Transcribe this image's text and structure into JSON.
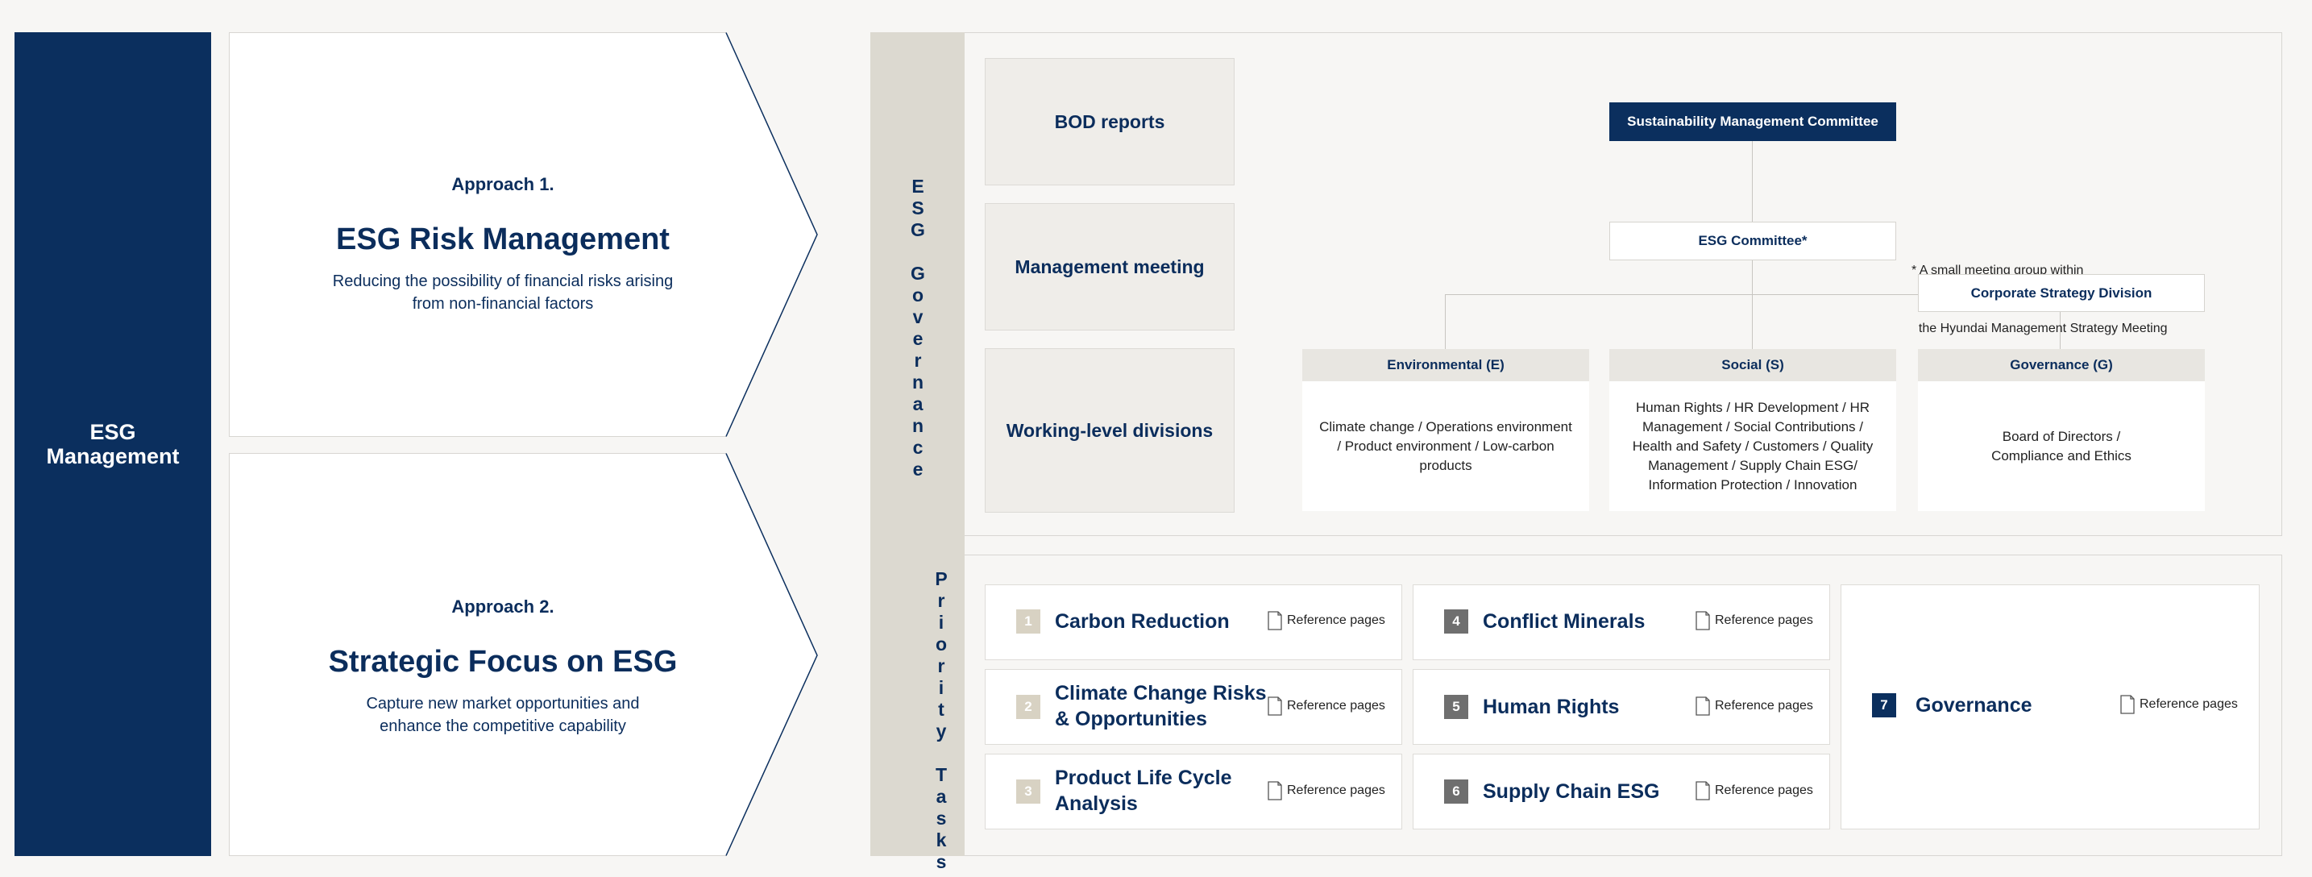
{
  "esg_management": {
    "label": "ESG\nManagement"
  },
  "approaches": [
    {
      "label": "Approach 1.",
      "title": "ESG Risk Management",
      "desc_line1": "Reducing the possibility of financial risks arising",
      "desc_line2": "from non-financial factors"
    },
    {
      "label": "Approach 2.",
      "title": "Strategic Focus on ESG",
      "desc_line1": "Capture new market opportunities and",
      "desc_line2": "enhance the competitive capability"
    }
  ],
  "governance": {
    "vertical_label": [
      "E",
      "S",
      "G",
      "",
      "G",
      "o",
      "v",
      "e",
      "r",
      "n",
      "a",
      "n",
      "c",
      "e"
    ],
    "levels": [
      "BOD reports",
      "Management meeting",
      "Working-level divisions"
    ],
    "committee": "Sustainability Management Committee",
    "esg_committee": "ESG Committee*",
    "note_line1": "* A small meeting group within",
    "note_line2": "  the Hyundai Management Strategy Meeting",
    "corporate_division": "Corporate Strategy Division",
    "categories": [
      {
        "head": "Environmental (E)",
        "body": "Climate change / Operations environment / Product environment / Low-carbon products"
      },
      {
        "head": "Social (S)",
        "body": "Human Rights / HR Development / HR Management / Social Contributions / Health and Safety / Customers / Quality Management / Supply Chain ESG/ Information Protection / Innovation"
      },
      {
        "head": "Governance (G)",
        "body": "Board of Directors / Compliance and Ethics"
      }
    ]
  },
  "priority": {
    "vertical_label": [
      "P",
      "r",
      "i",
      "o",
      "r",
      "i",
      "t",
      "y",
      "",
      "T",
      "a",
      "s",
      "k",
      "s"
    ],
    "reference_label": "Reference pages",
    "tasks": [
      {
        "num": "1",
        "title": "Carbon Reduction"
      },
      {
        "num": "2",
        "title": "Climate Change Risks\n& Opportunities"
      },
      {
        "num": "3",
        "title": "Product Life Cycle\nAnalysis"
      },
      {
        "num": "4",
        "title": "Conflict Minerals"
      },
      {
        "num": "5",
        "title": "Human Rights"
      },
      {
        "num": "6",
        "title": "Supply Chain ESG"
      },
      {
        "num": "7",
        "title": "Governance"
      }
    ]
  },
  "colors": {
    "navy": "#0b2f5e",
    "beige": "#dcd9d0",
    "grey_num": "#6f6f6f",
    "light_num": "#d8d2c3"
  }
}
